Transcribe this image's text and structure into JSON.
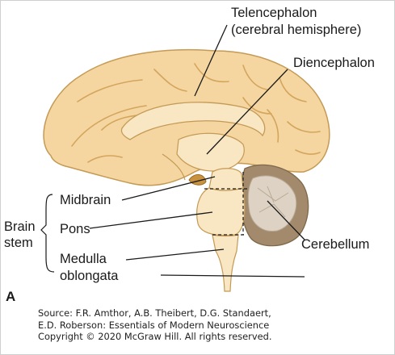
{
  "labels": {
    "telencephalon_line1": "Telencephalon",
    "telencephalon_line2": "(cerebral hemisphere)",
    "diencephalon": "Diencephalon",
    "midbrain": "Midbrain",
    "pons": "Pons",
    "medulla_line1": "Medulla",
    "medulla_line2": "oblongata",
    "cerebellum": "Cerebellum",
    "brain_stem_line1": "Brain",
    "brain_stem_line2": "stem"
  },
  "panel_letter": "A",
  "source": {
    "line1": "Source: F.R. Amthor, A.B. Theibert, D.G. Standaert,",
    "line2": "E.D. Roberson: Essentials of Modern Neuroscience",
    "line3": "Copyright © 2020 McGraw Hill. All rights reserved."
  },
  "colors": {
    "cortex": "#f5d6a0",
    "cortex_outline": "#c49a55",
    "sulcus": "#d4a55e",
    "inner_structure": "#f9e6c2",
    "cerebellum_outer": "#a48a6c",
    "cerebellum_inner": "#ddd2c3",
    "leader_line": "#1a1a1a"
  }
}
